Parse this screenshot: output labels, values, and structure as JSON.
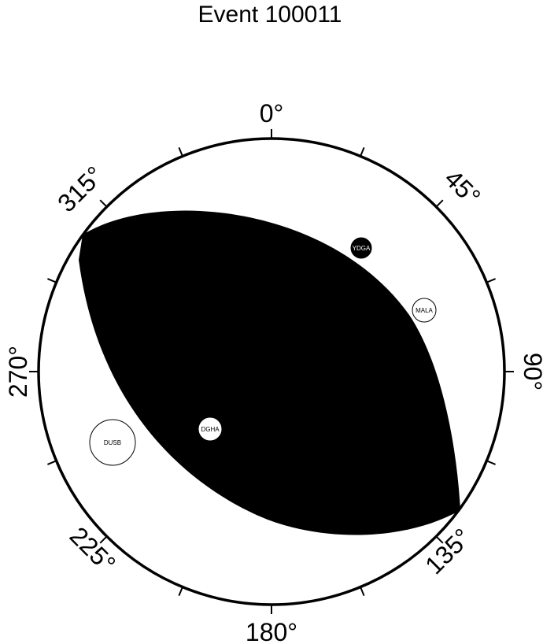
{
  "title": "Event 100011",
  "azimuth_labels": {
    "n": "0°",
    "ne": "45°",
    "e": "90°",
    "se": "135°",
    "s": "180°",
    "sw": "225°",
    "w": "270°",
    "nw": "315°"
  },
  "stations": [
    {
      "name": "YDGA",
      "polarity": "compression"
    },
    {
      "name": "MALA",
      "polarity": "dilatation"
    },
    {
      "name": "DGHA",
      "polarity": "dilatation"
    },
    {
      "name": "DUSB",
      "polarity": "dilatation"
    }
  ],
  "colors": {
    "compression": "#000000",
    "dilatation": "#ffffff",
    "outline": "#000000"
  }
}
